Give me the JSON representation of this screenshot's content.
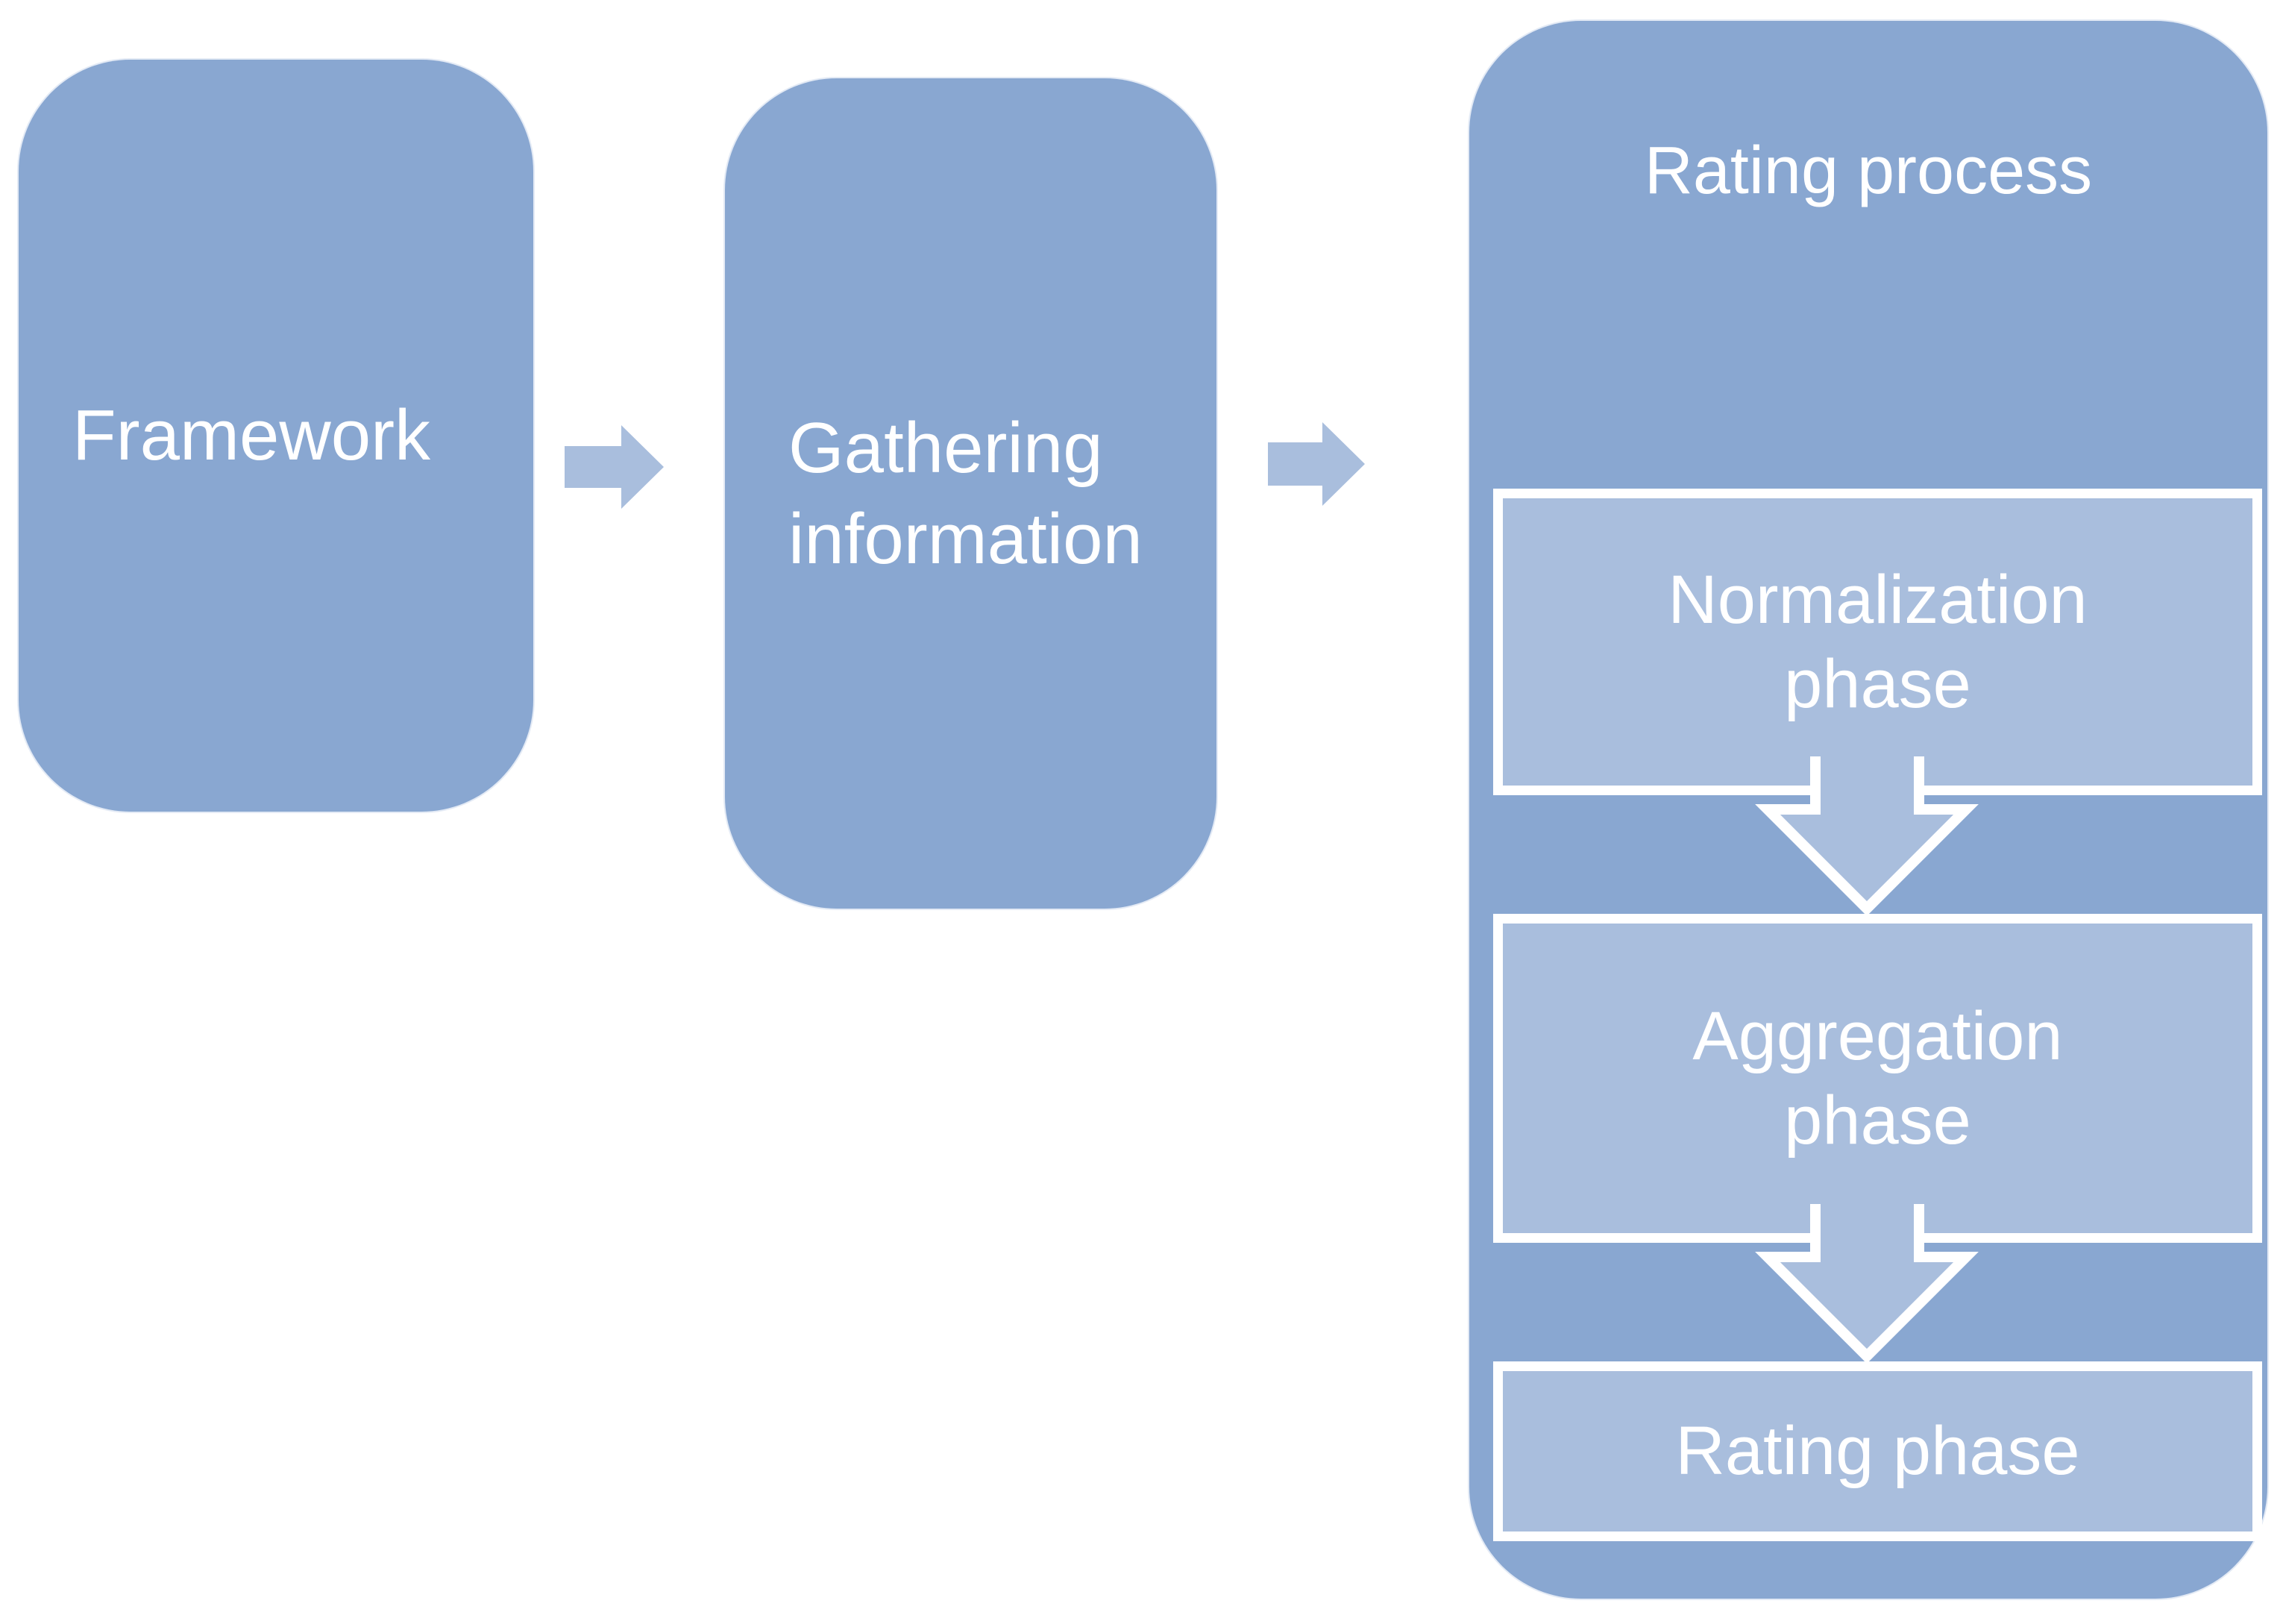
{
  "diagram": {
    "background_color": "#ffffff",
    "colors": {
      "primary_blue": "#89a7d1",
      "light_blue": "#a9bedd",
      "text": "#ffffff",
      "step_border": "#ffffff"
    },
    "nodes": {
      "framework": {
        "label": "Framework"
      },
      "gathering": {
        "label": "Gathering information"
      },
      "rating_process": {
        "title": "Rating process",
        "steps": [
          {
            "label": "Normalization phase"
          },
          {
            "label": "Aggregation phase"
          },
          {
            "label": "Rating phase"
          }
        ]
      }
    },
    "connectors": {
      "horizontal": [
        "framework-to-gathering",
        "gathering-to-rating-process"
      ],
      "vertical": [
        "normalization-to-aggregation",
        "aggregation-to-rating"
      ]
    }
  }
}
